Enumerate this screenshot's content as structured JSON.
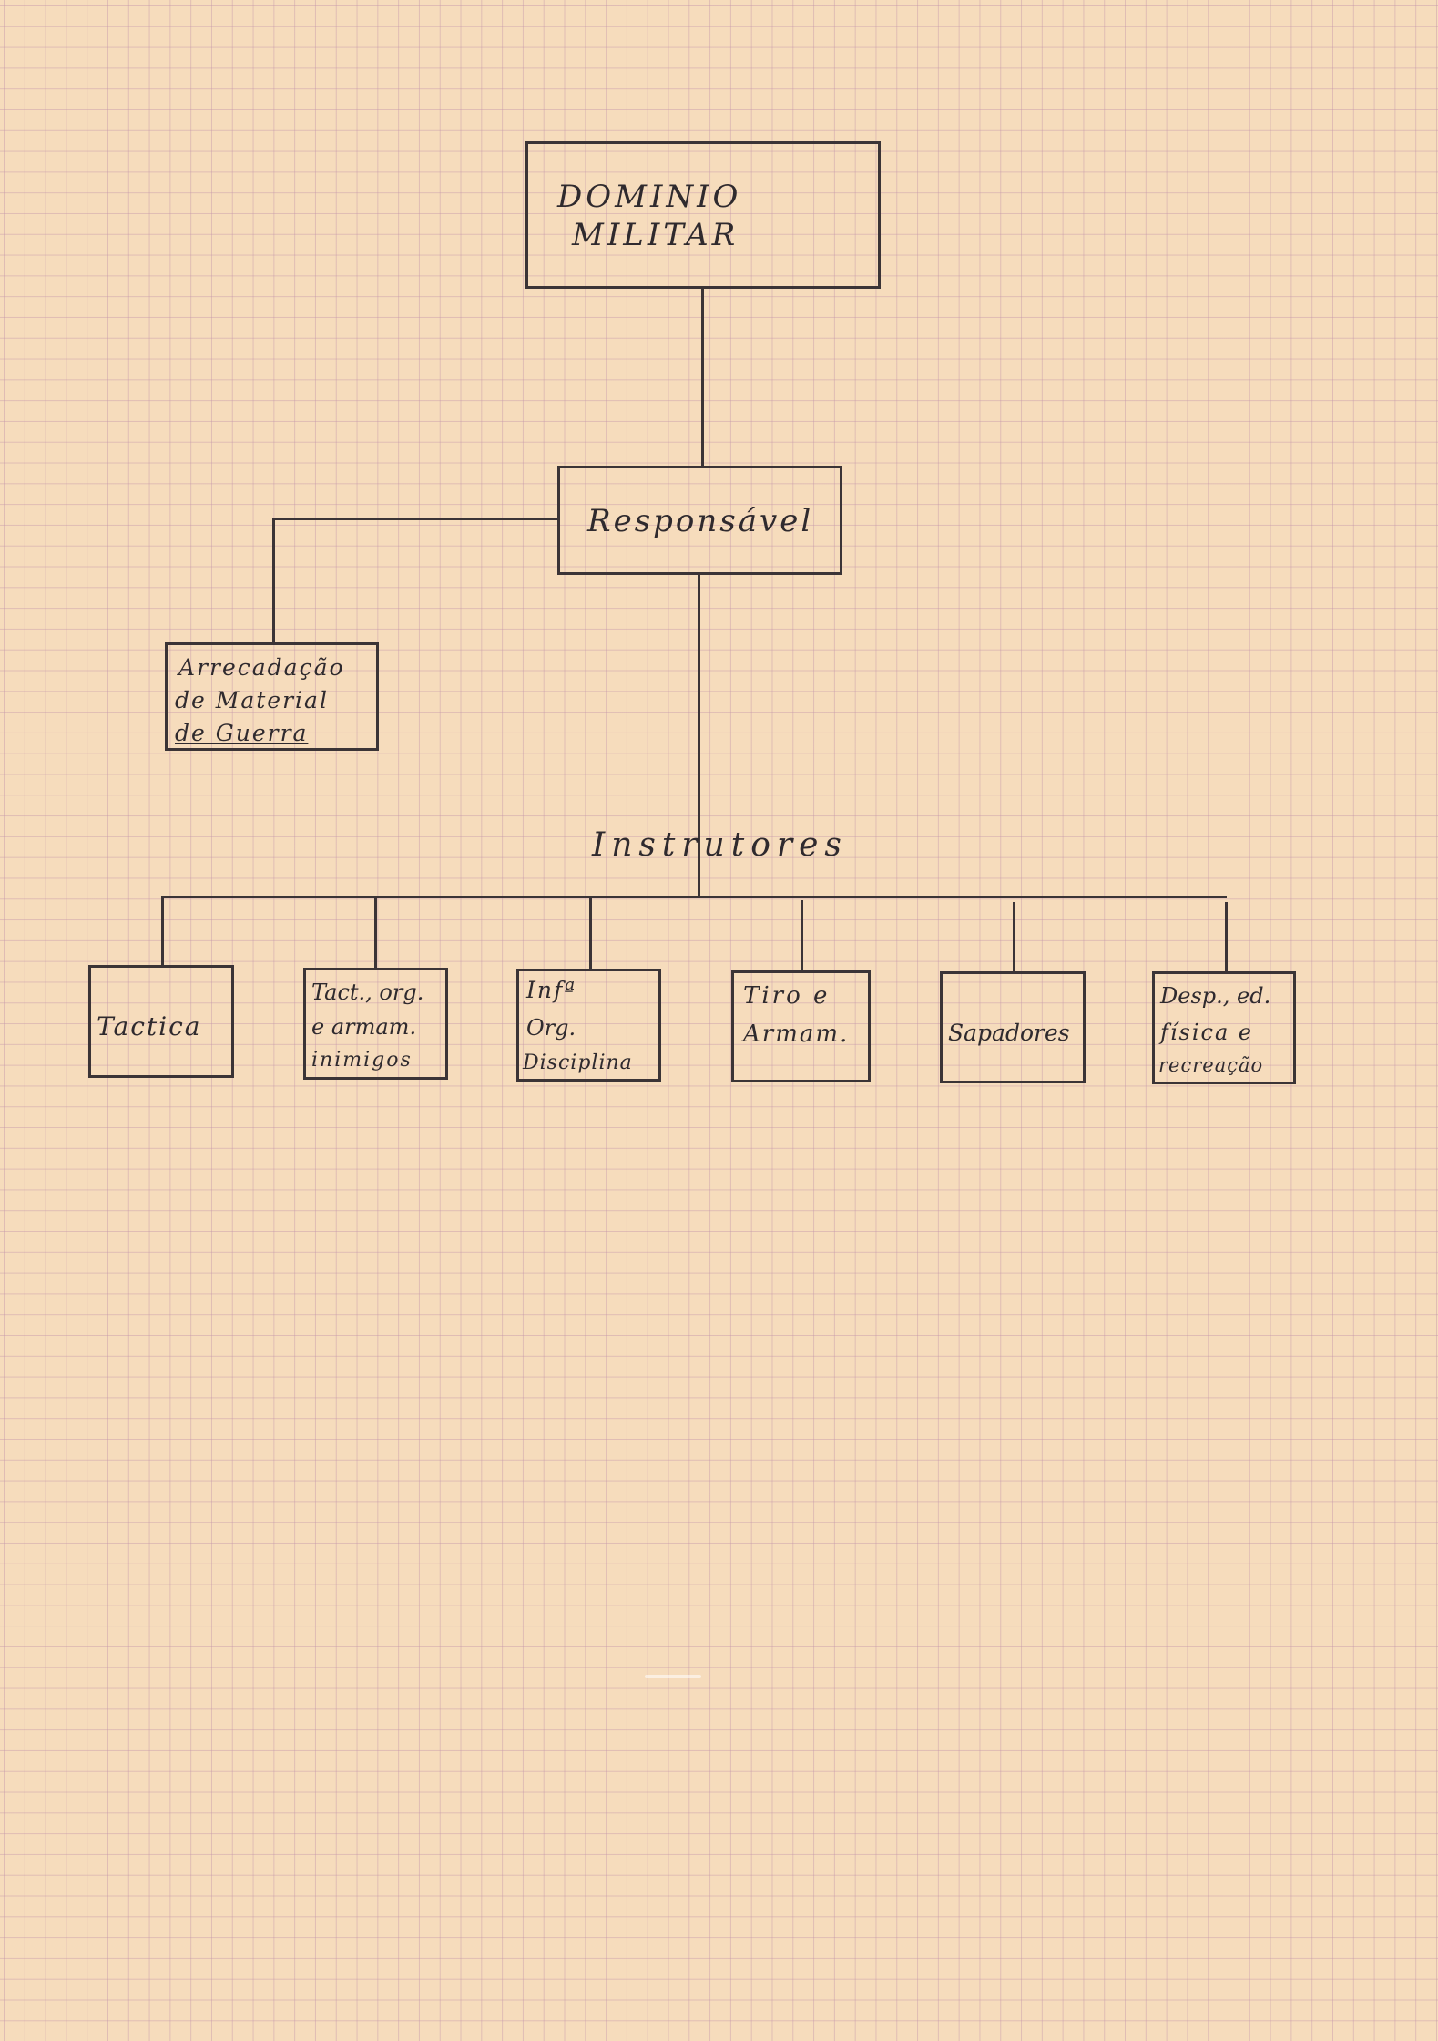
{
  "diagram": {
    "root": {
      "line1": "DOMINIO",
      "line2": "MILITAR"
    },
    "responsible": {
      "label": "Responsável"
    },
    "side_node": {
      "line1": "Arrecadação",
      "line2": "de Material",
      "line3": "de Guerra"
    },
    "group_label": "Instrutores",
    "children": [
      {
        "line1": "Tactica",
        "line2": "",
        "line3": ""
      },
      {
        "line1": "Tact., org.",
        "line2": "e armam.",
        "line3": "inimigos"
      },
      {
        "line1": "Infª",
        "line2": "Org.",
        "line3": "Disciplina"
      },
      {
        "line1": "Tiro e",
        "line2": "Armam.",
        "line3": ""
      },
      {
        "line1": "Sapadores",
        "line2": "",
        "line3": ""
      },
      {
        "line1": "Desp., ed.",
        "line2": "física e",
        "line3": "recreação"
      }
    ]
  }
}
